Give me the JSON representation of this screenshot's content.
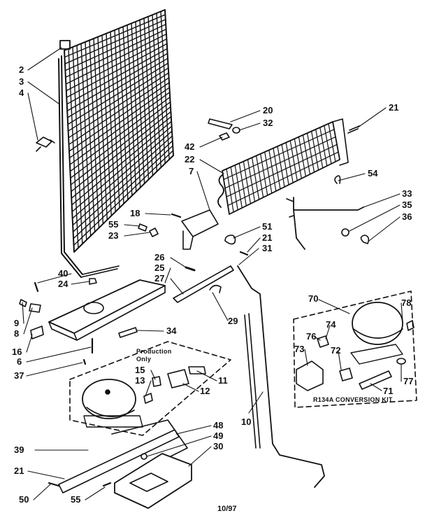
{
  "labels": {
    "p2": "2",
    "p3": "3",
    "p4": "4",
    "p20": "20",
    "p32": "32",
    "p42": "42",
    "p22": "22",
    "p7": "7",
    "p21a": "21",
    "p54": "54",
    "p33": "33",
    "p35": "35",
    "p36": "36",
    "p18": "18",
    "p55a": "55",
    "p23": "23",
    "p51": "51",
    "p21b": "21",
    "p31": "31",
    "p40": "40",
    "p24": "24",
    "p26": "26",
    "p25": "25",
    "p27": "27",
    "p29": "29",
    "p9": "9",
    "p8": "8",
    "p16": "16",
    "p6": "6",
    "p34": "34",
    "p37": "37",
    "p15": "15",
    "p13": "13",
    "p11": "11",
    "p12": "12",
    "p70": "70",
    "p78": "78",
    "p74": "74",
    "p76": "76",
    "p73": "73",
    "p72": "72",
    "p71": "71",
    "p77": "77",
    "p10": "10",
    "p48": "48",
    "p49": "49",
    "p30": "30",
    "p39": "39",
    "p21c": "21",
    "p50": "50",
    "p55b": "55"
  },
  "notes": {
    "production_only_line1": "Production",
    "production_only_line2": "Only",
    "conversion_kit": "R134A CONVERSION KIT"
  },
  "footer": {
    "date": "10/97"
  }
}
